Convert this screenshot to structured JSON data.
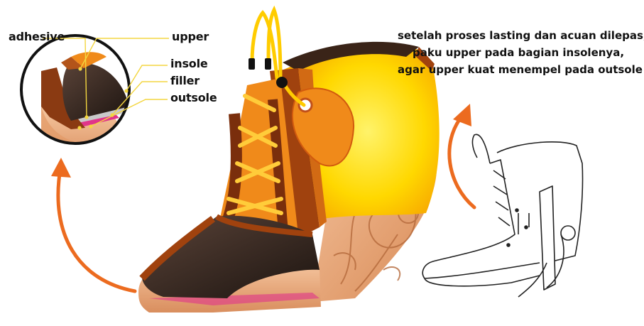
{
  "labels": {
    "adhesive": "adhesive",
    "upper": "upper",
    "insole": "insole",
    "filler": "filler",
    "outsole": "outsole"
  },
  "caption": {
    "line1": "setelah proses lasting dan acuan dilepas,",
    "line2": "paku upper pada bagian insolenya,",
    "line3": "agar upper kuat menempel pada outsole"
  },
  "colors": {
    "upper_yellow": "#ffd800",
    "upper_brown": "#a0420e",
    "lining_dark": "#2a1e18",
    "wedge_tan": "#e9a877",
    "tongue_orange": "#f08a1a",
    "arrow_orange": "#ec6b1f",
    "filler_pink": "#e0348a",
    "leader_yellow": "#f3d640"
  }
}
